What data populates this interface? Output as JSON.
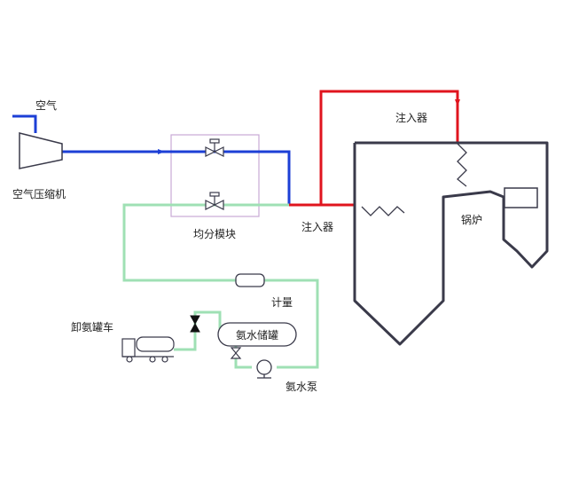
{
  "labels": {
    "air": "空气",
    "air_compressor": "空气压缩机",
    "distribution_module": "均分模块",
    "injector_top": "注入器",
    "injector_mid": "注入器",
    "boiler": "锅炉",
    "meter": "计量",
    "unload_truck": "卸氨罐车",
    "ammonia_tank": "氨水储罐",
    "ammonia_pump": "氨水泵"
  },
  "colors": {
    "air_line": "#1c3fd6",
    "ammonia_line": "#9fe0b4",
    "hot_line": "#e0141e",
    "equipment": "#3a3a4a",
    "module_box": "#c9a9d6"
  },
  "icons": {
    "valve": "valve-icon",
    "pump": "pump-icon",
    "truck": "truck-icon",
    "compressor": "compressor-icon"
  }
}
